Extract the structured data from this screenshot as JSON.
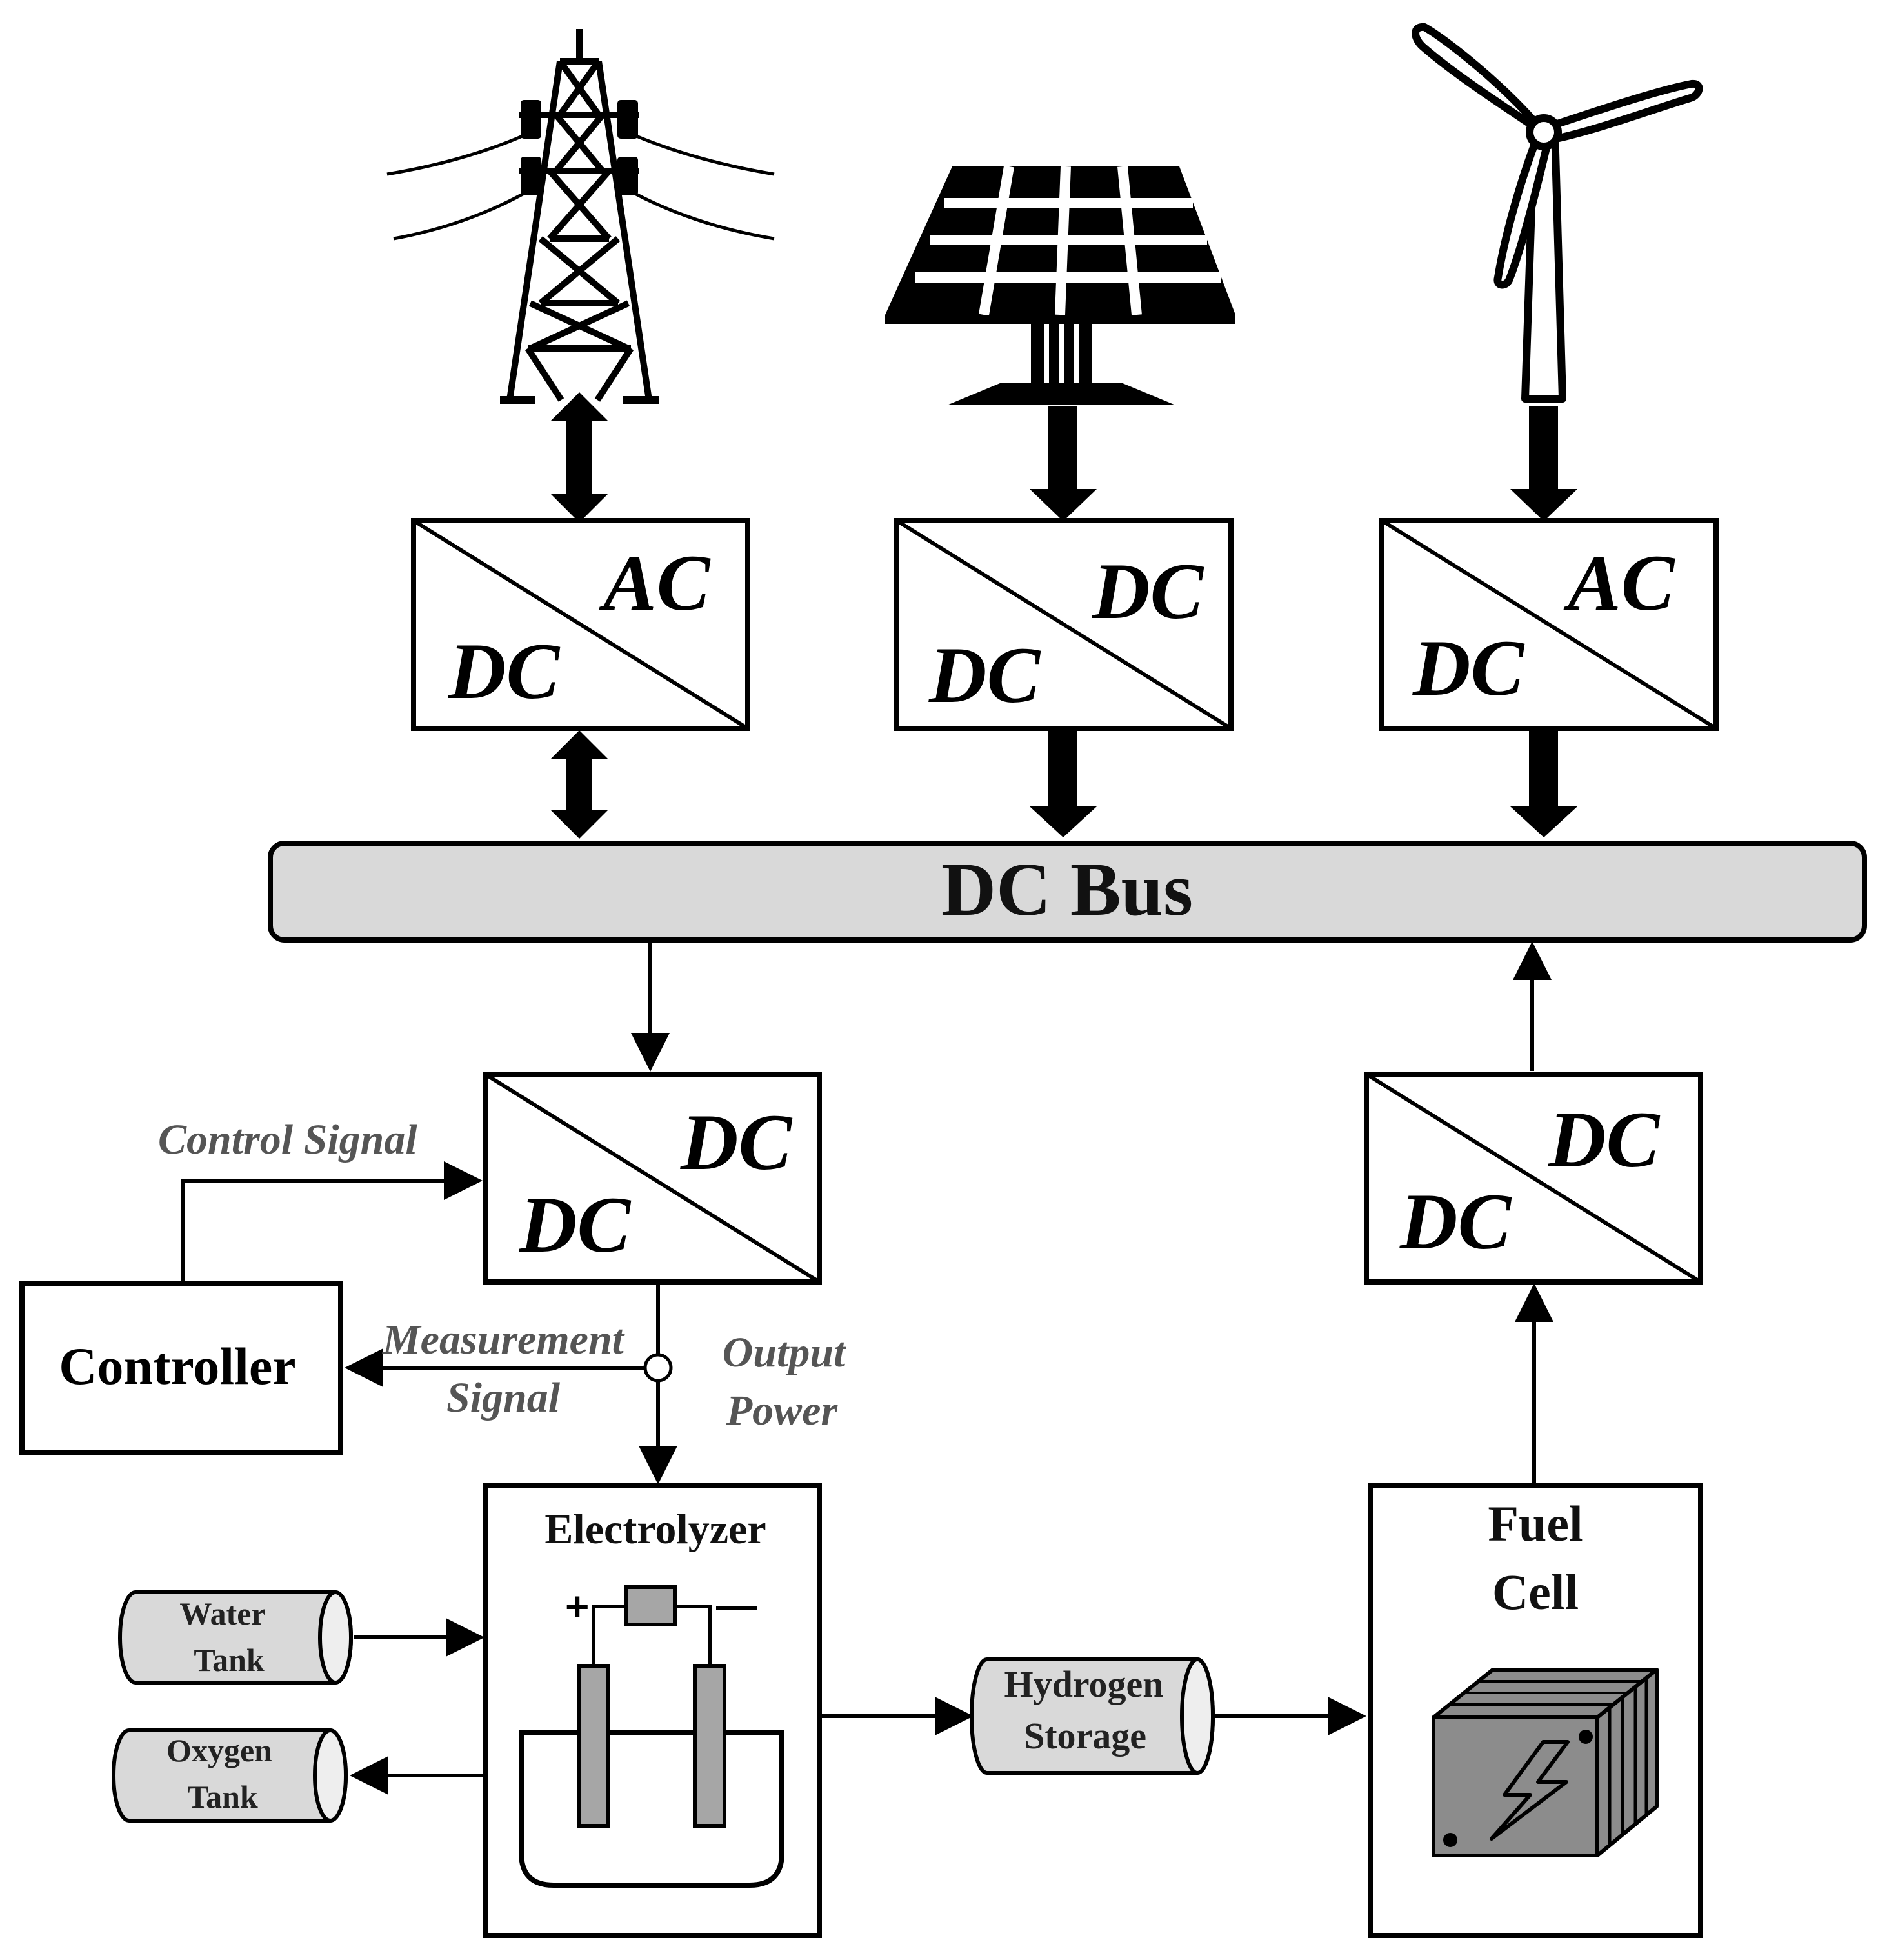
{
  "sources": {
    "grid_icon": "transmission-tower-icon",
    "solar_icon": "solar-panel-icon",
    "wind_icon": "wind-turbine-icon"
  },
  "converters": {
    "grid": {
      "input": "AC",
      "output": "DC"
    },
    "solar": {
      "input": "DC",
      "output": "DC"
    },
    "wind": {
      "input": "AC",
      "output": "DC"
    },
    "electrolyzer": {
      "top": "DC",
      "bottom": "DC"
    },
    "fuel_cell": {
      "top": "DC",
      "bottom": "DC"
    }
  },
  "bus": {
    "label": "DC Bus",
    "fill": "#d9d9d9"
  },
  "controller": {
    "label": "Controller"
  },
  "signals": {
    "control": "Control Signal",
    "measurement_line1": "Measurement",
    "measurement_line2": "Signal",
    "output_line1": "Output",
    "output_line2": "Power"
  },
  "electrolyzer": {
    "title": "Electrolyzer",
    "plus": "+",
    "minus": "—"
  },
  "fuel_cell": {
    "title_line1": "Fuel",
    "title_line2": "Cell"
  },
  "tanks": {
    "water_line1": "Water",
    "water_line2": "Tank",
    "oxygen_line1": "Oxygen",
    "oxygen_line2": "Tank",
    "hydrogen_line1": "Hydrogen",
    "hydrogen_line2": "Storage"
  },
  "colors": {
    "line": "#000000",
    "gray_fill": "#a6a6a6",
    "light_fill": "#d9d9d9",
    "signal_text": "#555555"
  }
}
